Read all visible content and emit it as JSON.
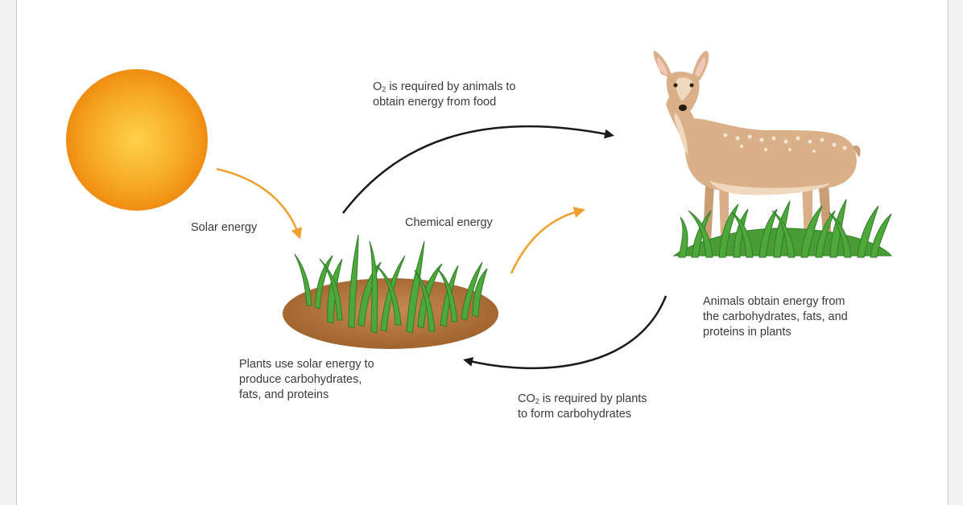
{
  "colors": {
    "sun": "#f39c12",
    "sun_core": "#ffd24a",
    "orange_arrow": "#f0a030",
    "black_arrow": "#1a1a1a",
    "soil": "#b7773f",
    "grass": "#4ea83a",
    "grass_dark": "#2f7d2a",
    "deer": "#d9b088",
    "deer_light": "#efd8bd"
  },
  "icons": [
    "sun-icon",
    "plants-on-soil-icon",
    "deer-icon",
    "grass-icon"
  ],
  "labels": {
    "solar_energy": "Solar energy",
    "chemical_energy": "Chemical energy",
    "o2_prefix": "O",
    "o2_sub": "2",
    "o2_rest_line1": " is required by animals to",
    "o2_line2": "obtain energy from food",
    "plants_line1": "Plants use solar energy to",
    "plants_line2": "produce carbohydrates,",
    "plants_line3": "fats, and proteins",
    "co2_prefix": "CO",
    "co2_sub": "2",
    "co2_rest_line1": " is required by plants",
    "co2_line2": "to form carbohydrates",
    "animals_line1": "Animals obtain energy from",
    "animals_line2": "the carbohydrates, fats, and",
    "animals_line3": "proteins in plants"
  }
}
